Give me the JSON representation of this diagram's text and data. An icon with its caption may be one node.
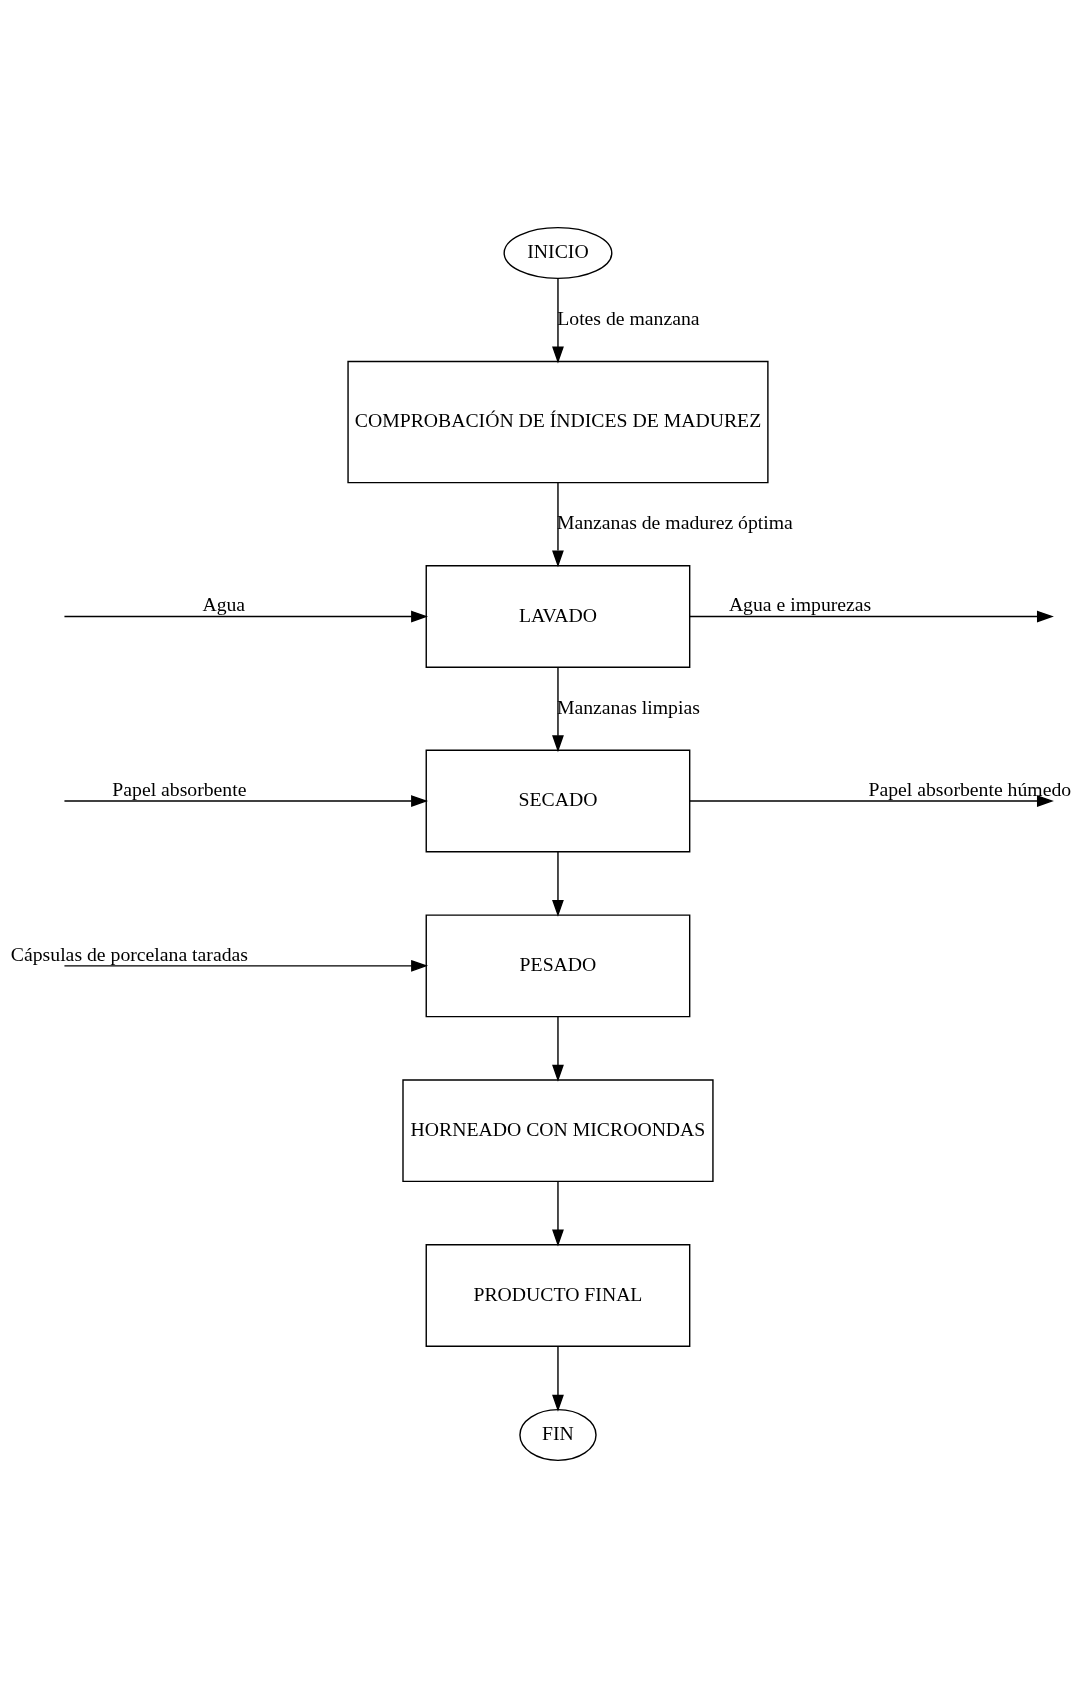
{
  "diagram": {
    "nodes": [
      {
        "text": [
          "INICIO"
        ]
      },
      {
        "text": [
          "COMPROBACIÓN DE ÍNDICES DE MADUREZ"
        ]
      },
      {
        "text": [
          "LAVADO"
        ]
      },
      {
        "text": [
          "SECADO"
        ]
      },
      {
        "text": [
          "PESADO"
        ]
      },
      {
        "text": [
          "HORNEADO CON MICROONDAS"
        ]
      },
      {
        "text": [
          "PRODUCTO FINAL"
        ]
      },
      {
        "text": [
          "FIN"
        ]
      }
    ],
    "edges": [
      {
        "from": 0,
        "to": 1,
        "arrow": "to",
        "label": "Lotes de manzana"
      },
      {
        "from": 1,
        "to": 2,
        "arrow": "to",
        "label": "Manzanas de madurez óptima"
      },
      {
        "from": 2,
        "to": null,
        "arrow": "to",
        "label": "Agua e impurezas"
      },
      {
        "from": null,
        "to": 2,
        "arrow": "to",
        "label": "Agua"
      },
      {
        "from": 2,
        "to": 3,
        "arrow": "to",
        "label": "Manzanas limpias"
      },
      {
        "from": 3,
        "to": null,
        "arrow": "to",
        "label": "Papel absorbente húmedo"
      },
      {
        "from": null,
        "to": 3,
        "arrow": "to",
        "label": "Papel absorbente"
      },
      {
        "from": 3,
        "to": 4,
        "arrow": "to"
      },
      {
        "from": null,
        "to": 4,
        "arrow": "to",
        "label": "Cápsulas de porcelana taradas"
      },
      {
        "from": 4,
        "to": 5,
        "arrow": "to"
      },
      {
        "from": 5,
        "to": 6,
        "arrow": "to"
      },
      {
        "from": 6,
        "to": 7,
        "arrow": "to"
      }
    ]
  }
}
